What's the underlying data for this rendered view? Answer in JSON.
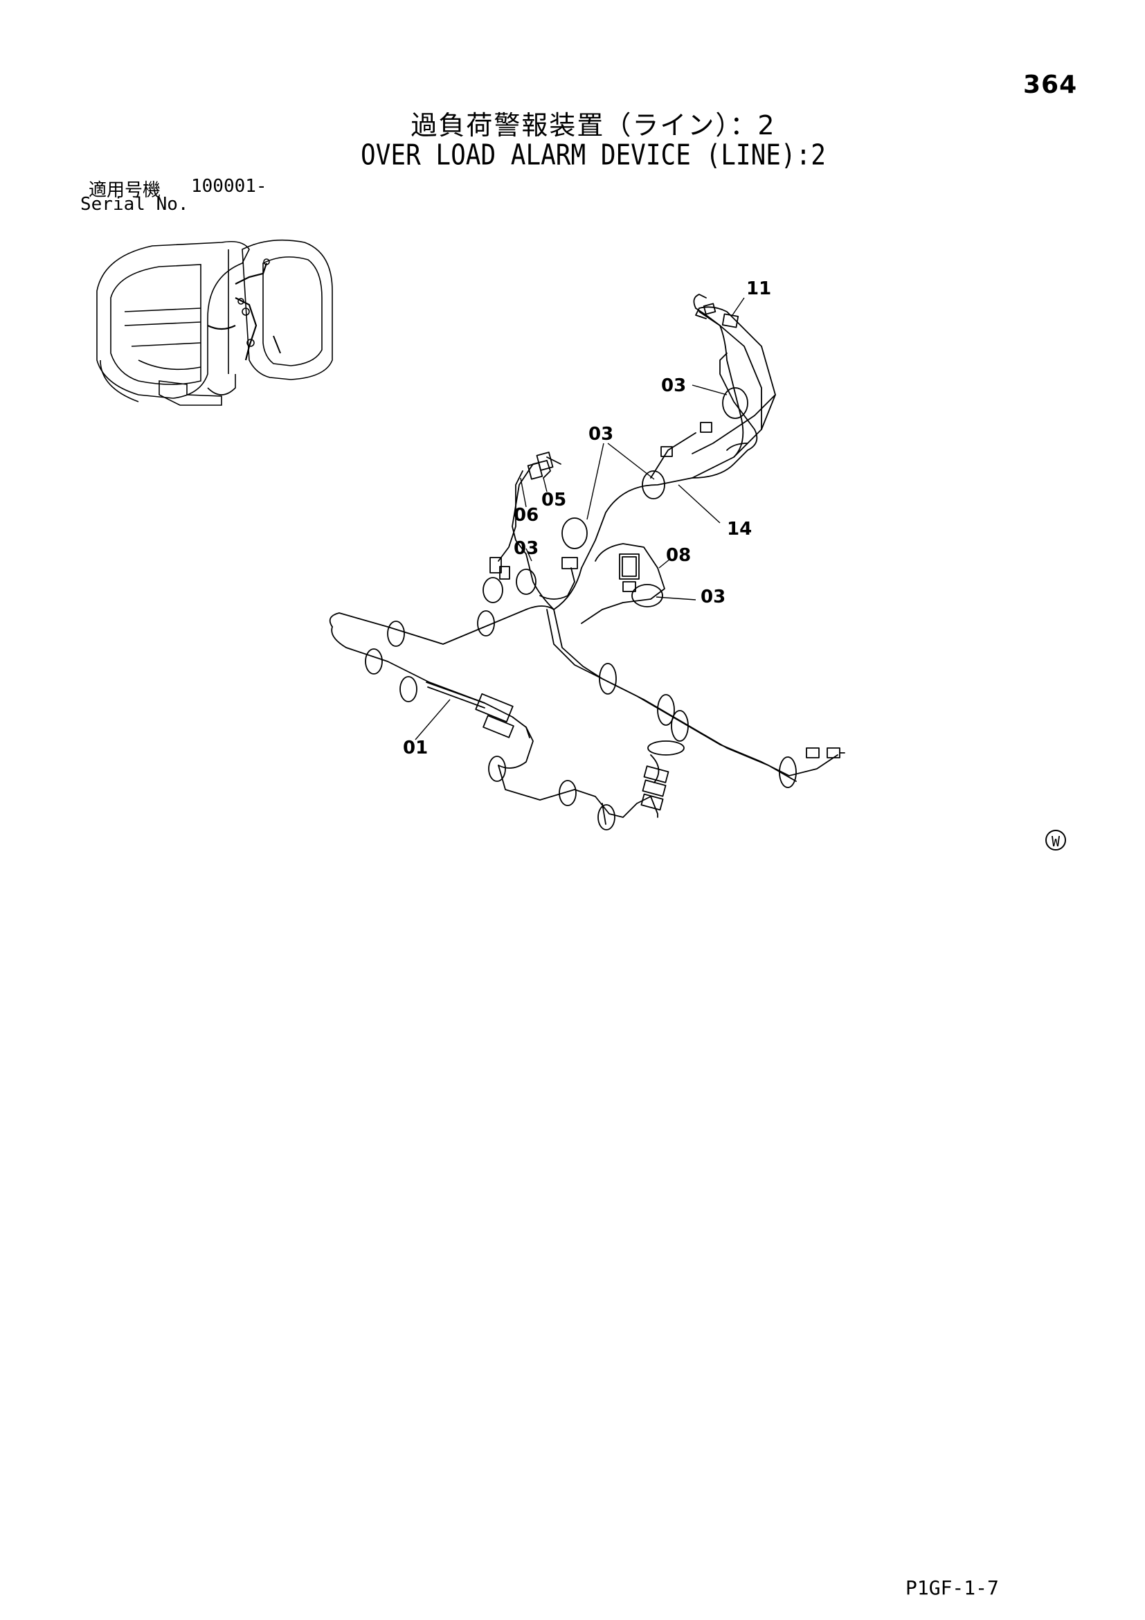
{
  "page": {
    "number": "364",
    "title_ja": "過負荷警報装置（ライン）：2",
    "title_en": "OVER LOAD ALARM DEVICE (LINE):2",
    "serial_label_ja": "適用号機",
    "serial_range": "100001-",
    "serial_label_en": "Serial No.",
    "footer_code": "P1GF-1-7",
    "corner_mark": "W"
  },
  "callouts": {
    "c11": "11",
    "c03a": "03",
    "c03b": "03",
    "c14": "14",
    "c05": "05",
    "c06": "06",
    "c03c": "03",
    "c08": "08",
    "c03d": "03",
    "c01": "01"
  }
}
